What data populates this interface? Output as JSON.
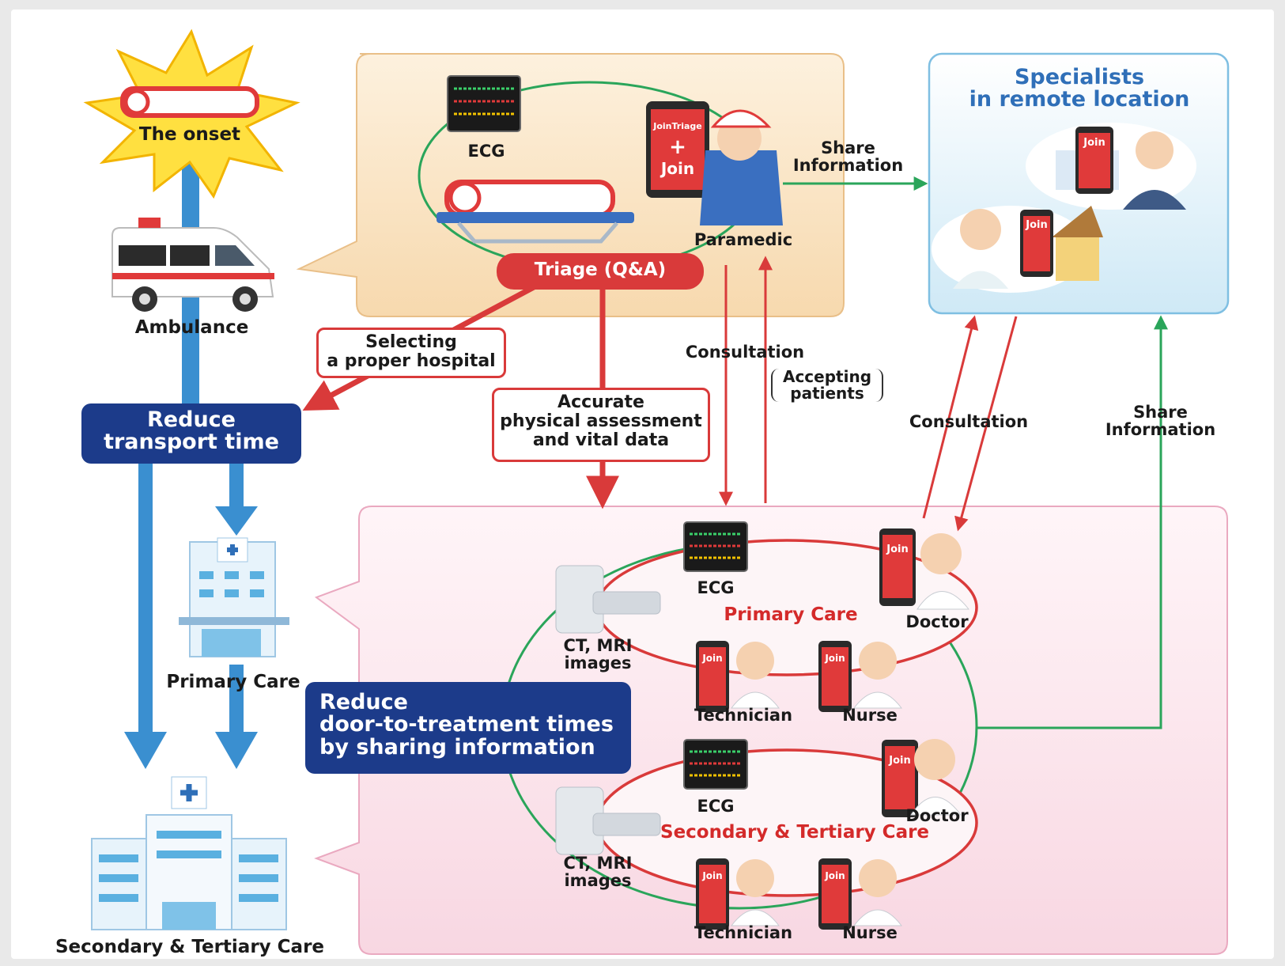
{
  "left_column": {
    "onset_label": "The onset",
    "ambulance_label": "Ambulance",
    "primary_care_label": "Primary Care",
    "secondary_tertiary_label": "Secondary & Tertiary Care"
  },
  "callouts": {
    "reduce_transport": [
      "Reduce",
      "transport time"
    ],
    "reduce_door_to_treatment": [
      "Reduce",
      "door-to-treatment times",
      "by sharing information"
    ]
  },
  "ambulance_panel": {
    "ecg_label": "ECG",
    "paramedic_label": "Paramedic",
    "triage_label": "Triage (Q&A)",
    "tablet_header": "JoinTriage",
    "tablet_plus": "+",
    "tablet_join": "Join"
  },
  "flow_labels": {
    "selecting_hospital": [
      "Selecting",
      "a proper hospital"
    ],
    "accurate_assessment": [
      "Accurate",
      "physical assessment",
      "and vital data"
    ],
    "consultation_center": "Consultation",
    "accepting_patients": [
      "Accepting",
      "patients"
    ],
    "consultation_right": "Consultation",
    "share_information_top": [
      "Share",
      "Information"
    ],
    "share_information_right": [
      "Share",
      "Information"
    ]
  },
  "specialists": {
    "title": [
      "Specialists",
      "in remote location"
    ],
    "join_label": "Join"
  },
  "primary_care_loop": {
    "title": "Primary Care",
    "ecg_label": "ECG",
    "doctor_label": "Doctor",
    "ct_mri_label": [
      "CT, MRI",
      "images"
    ],
    "technician_label": "Technician",
    "nurse_label": "Nurse",
    "join_label": "Join"
  },
  "secondary_loop": {
    "title": "Secondary & Tertiary Care",
    "ecg_label": "ECG",
    "doctor_label": "Doctor",
    "ct_mri_label": [
      "CT, MRI",
      "images"
    ],
    "technician_label": "Technician",
    "nurse_label": "Nurse",
    "join_label": "Join"
  },
  "colors": {
    "blue_arrow": "#3a8fd0",
    "red_arrow": "#d93a3a",
    "green_arrow": "#2aa55a",
    "navy": "#1c3b8a",
    "ambulance_panel_fill": "#fbe6c8",
    "hospital_panel_fill": "#fbe6ee",
    "specialist_panel_fill": "#e3f3fb"
  }
}
